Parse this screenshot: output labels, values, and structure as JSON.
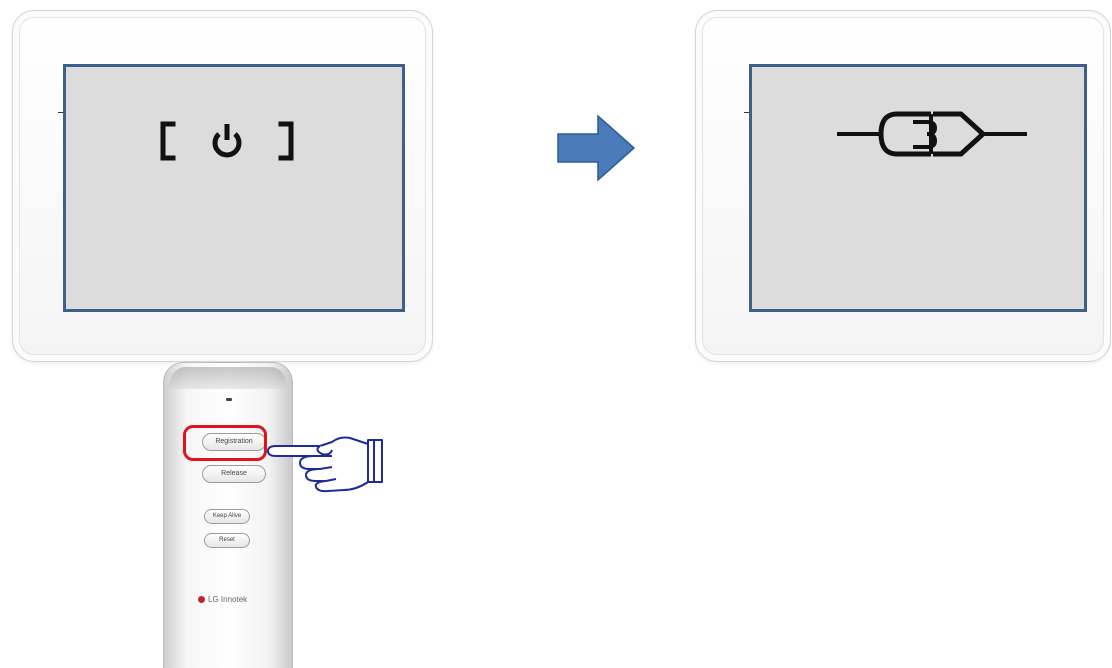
{
  "remote": {
    "buttons": {
      "registration": "Registration",
      "release": "Release",
      "keep_alive": "Keep Alive",
      "reset": "Reset"
    },
    "brand": "LG Innotek"
  },
  "icons": {
    "left_screen": "bracketed-power-icon",
    "right_screen": "connector-plug-icon",
    "transition": "right-arrow-icon",
    "pointer": "pointing-hand-icon"
  },
  "colors": {
    "screen_border": "#3d5f8e",
    "screen_fill": "#dcdcdc",
    "arrow": "#4a7ab8",
    "highlight": "#e0141c",
    "hand_outline": "#1f2a9c"
  }
}
